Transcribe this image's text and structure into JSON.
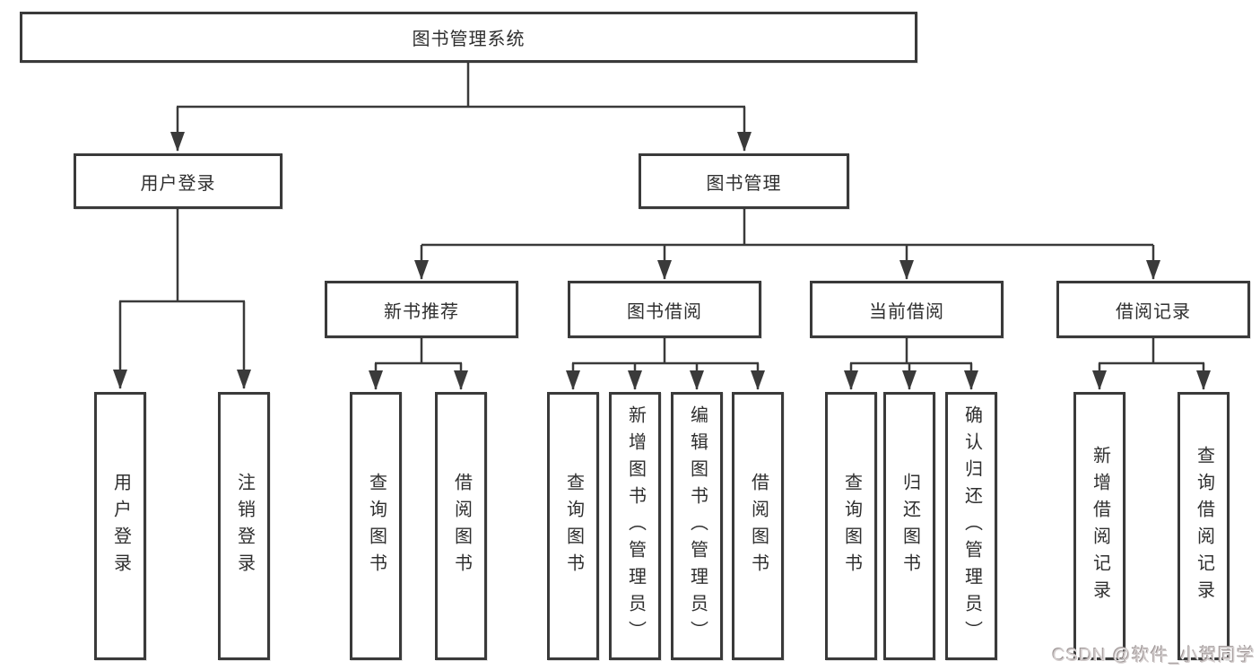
{
  "tree": {
    "root": {
      "label": "图书管理系统"
    },
    "children": [
      {
        "label": "用户登录",
        "children": [
          {
            "label": "用户登录"
          },
          {
            "label": "注销登录"
          }
        ]
      },
      {
        "label": "图书管理",
        "children": [
          {
            "label": "新书推荐",
            "children": [
              {
                "label": "查询图书"
              },
              {
                "label": "借阅图书"
              }
            ]
          },
          {
            "label": "图书借阅",
            "children": [
              {
                "label": "查询图书"
              },
              {
                "label": "新增图书（管理员）"
              },
              {
                "label": "编辑图书（管理员）"
              },
              {
                "label": "借阅图书"
              }
            ]
          },
          {
            "label": "当前借阅",
            "children": [
              {
                "label": "查询图书"
              },
              {
                "label": "归还图书"
              },
              {
                "label": "确认归还（管理员）"
              }
            ]
          },
          {
            "label": "借阅记录",
            "children": [
              {
                "label": "新增借阅记录"
              },
              {
                "label": "查询借阅记录"
              }
            ]
          }
        ]
      }
    ]
  },
  "watermark": "CSDN @软件_小贺同学",
  "colors": {
    "background": "#ffffff",
    "line": "#3a3a3a",
    "box_border": "#3a3a3a",
    "text": "#2f2f2f",
    "watermark": "#d3cdcd"
  }
}
